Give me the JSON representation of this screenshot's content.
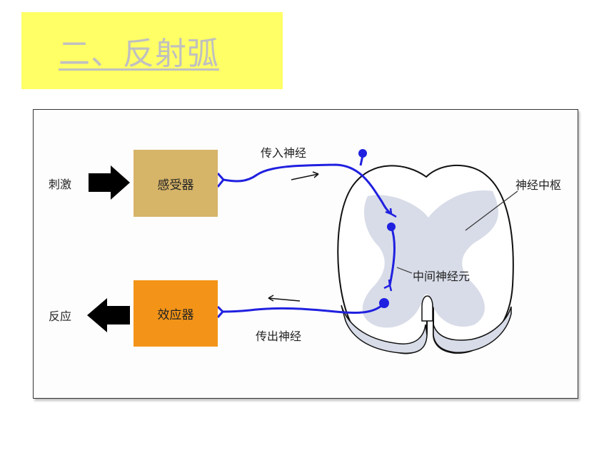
{
  "slide": {
    "title": "二、反射弧"
  },
  "diagram": {
    "stimulus_label": "刺激",
    "response_label": "反应",
    "receptor_label": "感受器",
    "effector_label": "效应器",
    "afferent_nerve_label": "传入神经",
    "efferent_nerve_label": "传出神经",
    "nerve_center_label": "神经中枢",
    "interneuron_label": "中间神经元",
    "colors": {
      "title_background": "#ffff66",
      "title_text": "#c0c0c0",
      "receptor": "#d6b468",
      "effector": "#f39418",
      "nerve": "#2020e0",
      "gray_matter": "#d8dce8",
      "arrow": "#000000"
    },
    "icons": [
      "stimulus-arrow-icon",
      "response-arrow-icon",
      "direction-arrow-icon"
    ]
  }
}
